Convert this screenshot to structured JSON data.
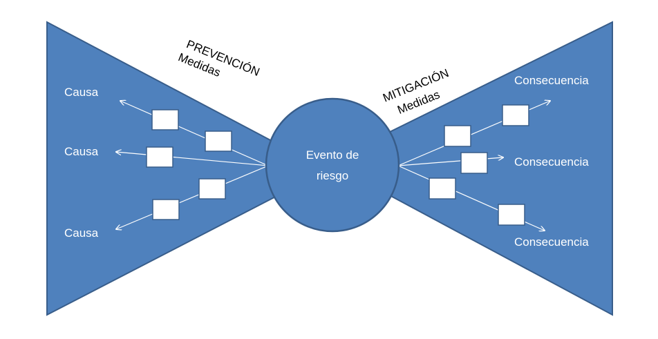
{
  "diagram": {
    "center": {
      "line1": "Evento de",
      "line2": "riesgo"
    },
    "prevention": {
      "line1": "PREVENCIÓN",
      "line2": "Medidas"
    },
    "mitigation": {
      "line1": "MITIGACIÓN",
      "line2": "Medidas"
    },
    "causes": [
      "Causa",
      "Causa",
      "Causa"
    ],
    "consequences": [
      "Consecuencia",
      "Consecuencia",
      "Consecuencia"
    ]
  },
  "colors": {
    "fill": "#4f81bd",
    "outline": "#385d8a",
    "line": "#ffffff"
  }
}
